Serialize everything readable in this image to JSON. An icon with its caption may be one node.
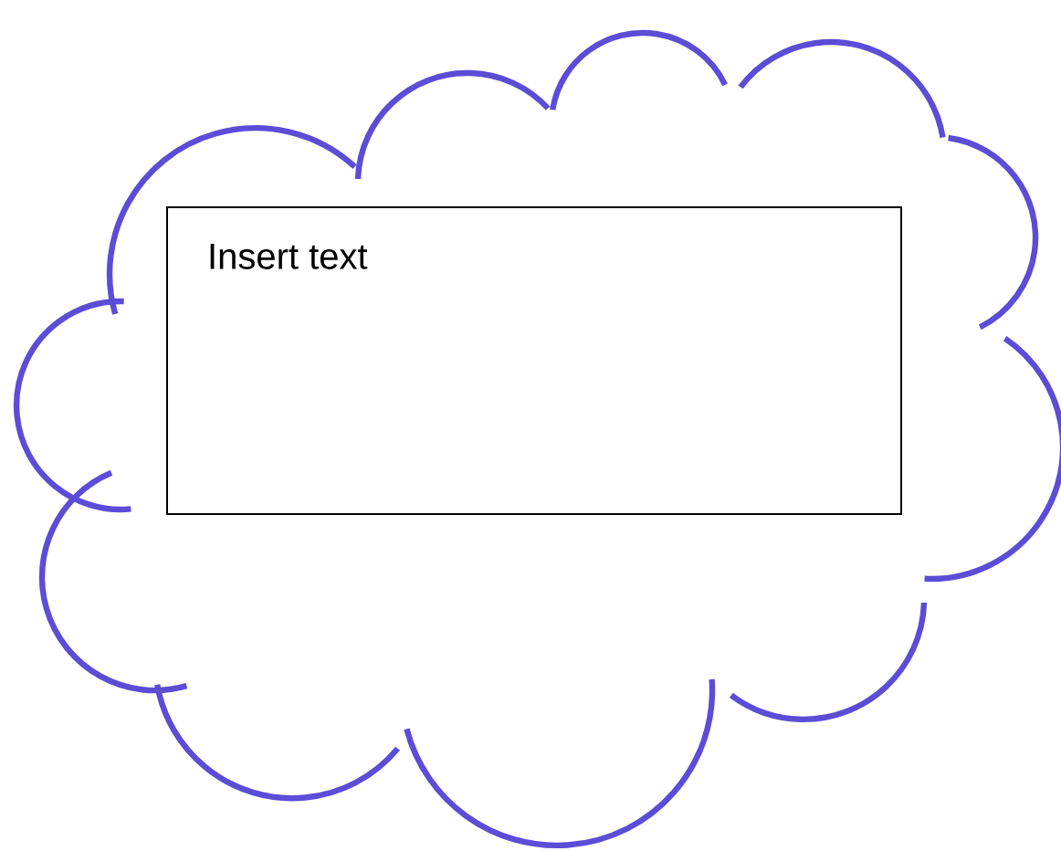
{
  "diagram": {
    "nodes": [
      {
        "text": [],
        "shape": "cloud"
      },
      {
        "text": [
          "Insert text"
        ],
        "in": 0
      }
    ]
  }
}
